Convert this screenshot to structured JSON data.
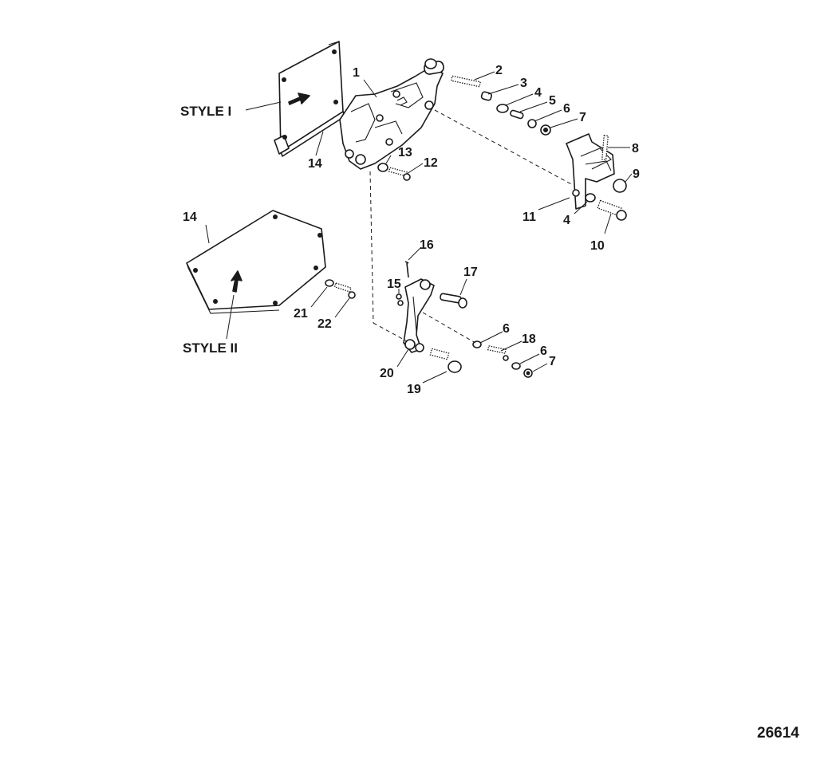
{
  "figure_number": "26614",
  "styles": {
    "style_1": "STYLE I",
    "style_2": "STYLE II"
  },
  "callouts": [
    {
      "key": "c1",
      "label": "1"
    },
    {
      "key": "c2",
      "label": "2"
    },
    {
      "key": "c3",
      "label": "3"
    },
    {
      "key": "c4a",
      "label": "4"
    },
    {
      "key": "c5",
      "label": "5"
    },
    {
      "key": "c6a",
      "label": "6"
    },
    {
      "key": "c7a",
      "label": "7"
    },
    {
      "key": "c8",
      "label": "8"
    },
    {
      "key": "c9",
      "label": "9"
    },
    {
      "key": "c10",
      "label": "10"
    },
    {
      "key": "c11",
      "label": "11"
    },
    {
      "key": "c4b",
      "label": "4"
    },
    {
      "key": "c12",
      "label": "12"
    },
    {
      "key": "c13",
      "label": "13"
    },
    {
      "key": "c14a",
      "label": "14"
    },
    {
      "key": "c14b",
      "label": "14"
    },
    {
      "key": "c15",
      "label": "15"
    },
    {
      "key": "c16",
      "label": "16"
    },
    {
      "key": "c17",
      "label": "17"
    },
    {
      "key": "c6b",
      "label": "6"
    },
    {
      "key": "c18",
      "label": "18"
    },
    {
      "key": "c6c",
      "label": "6"
    },
    {
      "key": "c7b",
      "label": "7"
    },
    {
      "key": "c19",
      "label": "19"
    },
    {
      "key": "c20",
      "label": "20"
    },
    {
      "key": "c21",
      "label": "21"
    },
    {
      "key": "c22",
      "label": "22"
    }
  ]
}
